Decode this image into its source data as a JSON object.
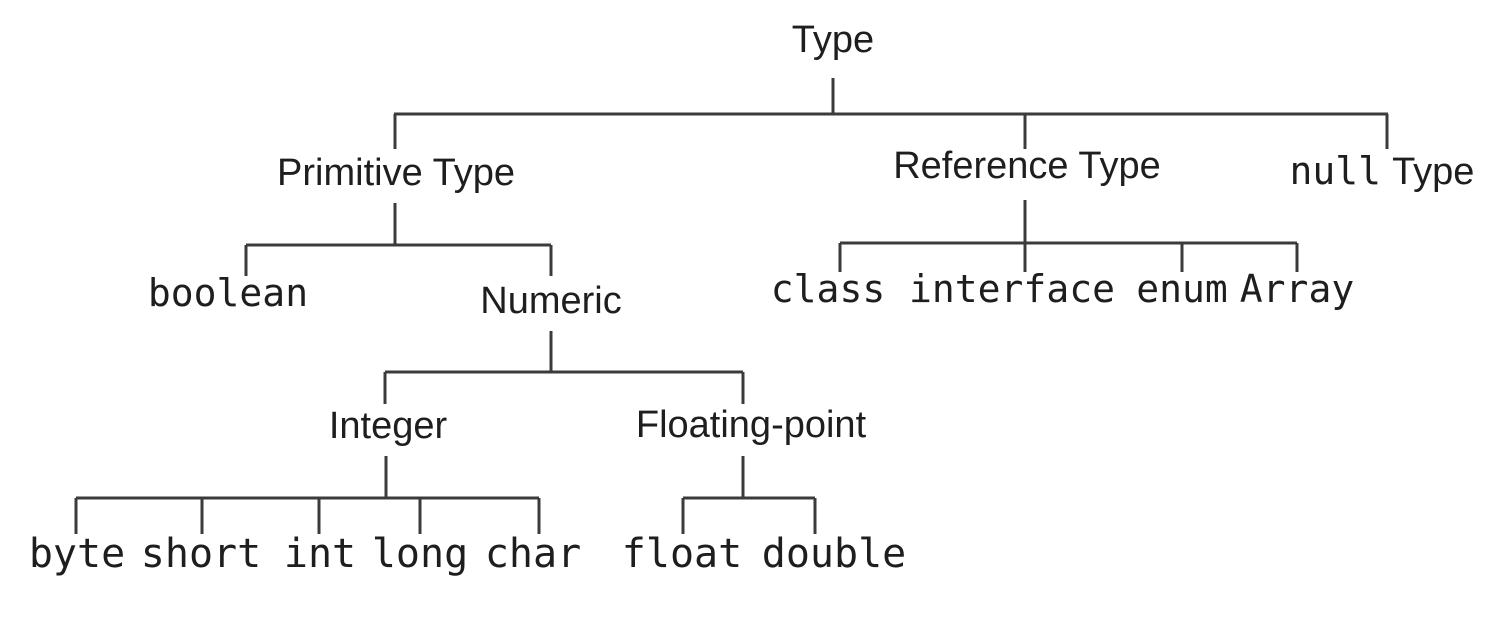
{
  "colors": {
    "line": "#3b3b3b",
    "text": "#1e1e1e",
    "background": "#ffffff"
  },
  "tree": {
    "label": "Type",
    "children": [
      {
        "label": "Primitive Type",
        "children": [
          {
            "label": "boolean"
          },
          {
            "label": "Numeric",
            "children": [
              {
                "label": "Integer",
                "children": [
                  {
                    "label": "byte"
                  },
                  {
                    "label": "short"
                  },
                  {
                    "label": "int"
                  },
                  {
                    "label": "long"
                  },
                  {
                    "label": "char"
                  }
                ]
              },
              {
                "label": "Floating-point",
                "children": [
                  {
                    "label": "float"
                  },
                  {
                    "label": "double"
                  }
                ]
              }
            ]
          }
        ]
      },
      {
        "label": "Reference Type",
        "children": [
          {
            "label": "class"
          },
          {
            "label": "interface"
          },
          {
            "label": "enum"
          },
          {
            "label": "Array"
          }
        ]
      },
      {
        "label": "null Type",
        "parts": {
          "keyword": "null",
          "suffix": "Type"
        }
      }
    ]
  }
}
